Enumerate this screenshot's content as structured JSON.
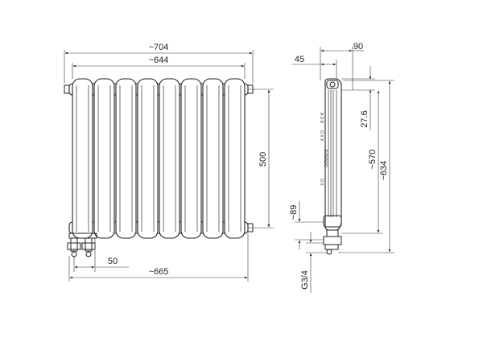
{
  "drawing": {
    "front": {
      "overall_width": "~704",
      "block_width": "~644",
      "height_axis": "500",
      "offset": "50",
      "connection_width": "~665"
    },
    "side": {
      "top_inner": "45",
      "top_outer": "90",
      "top_offset": "27.6",
      "axis_height": "~570",
      "overall_height": "~634",
      "bottom_offset": "~89",
      "thread": "G3/4",
      "logo_text": "KORADO",
      "vertical_marks": [
        "A O R",
        "O X X",
        "O X"
      ]
    }
  }
}
